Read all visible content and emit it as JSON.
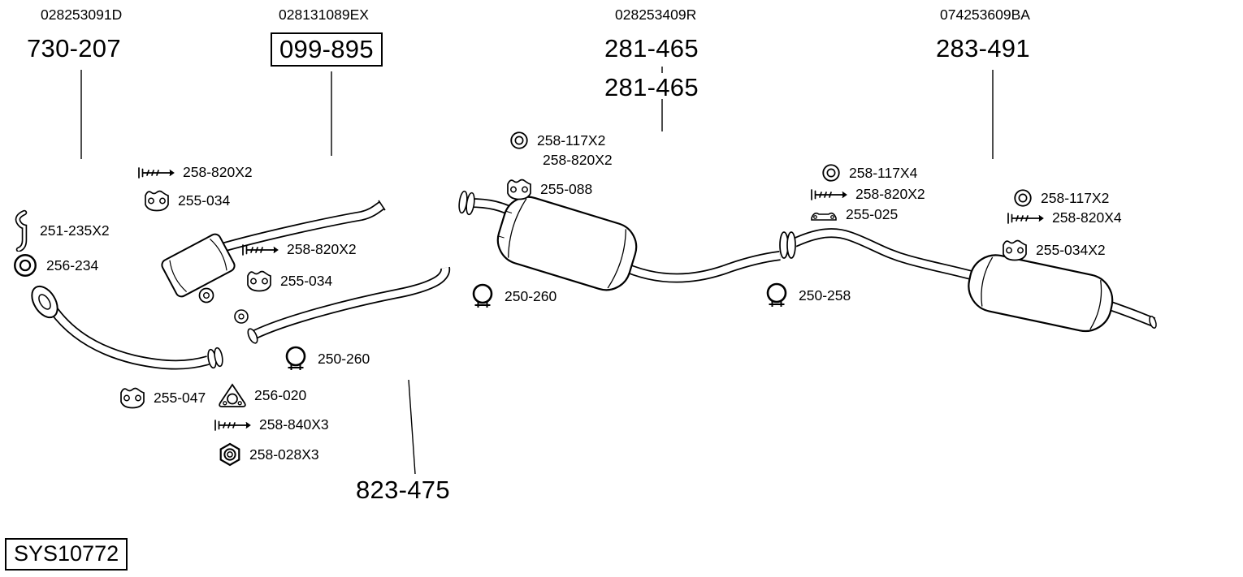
{
  "oem_numbers": {
    "left": "028253091D",
    "mid_left": "028131089EX",
    "mid_right": "028253409R",
    "right": "074253609BA"
  },
  "main_parts": {
    "front_pipe": "730-207",
    "center_pipe": "099-895",
    "mid_muffler_a": "281-465",
    "mid_muffler_b": "281-465",
    "rear_muffler": "283-491",
    "connector_pipe": "823-475"
  },
  "labels": {
    "lu_screw": "258-820X2",
    "lu_hanger": "255-034",
    "l_bracket": "251-235X2",
    "l_ring": "256-234",
    "ml_screw": "258-820X2",
    "ml_hanger": "255-034",
    "clamp_left": "250-260",
    "hanger_bottom": "255-047",
    "gasket": "256-020",
    "screw_bottom": "258-840X3",
    "nut": "258-028X3",
    "c_ring": "258-117X2",
    "c_screw": "258-820X2",
    "c_hanger": "255-088",
    "c_clamp": "250-260",
    "r_ring": "258-117X4",
    "r_screw": "258-820X2",
    "r_bracket": "255-025",
    "r_clamp": "250-258",
    "fr_ring": "258-117X2",
    "fr_screw": "258-820X4",
    "fr_hanger": "255-034X2"
  },
  "system_code": "SYS10772",
  "colors": {
    "ink": "#000000",
    "background": "#ffffff"
  }
}
